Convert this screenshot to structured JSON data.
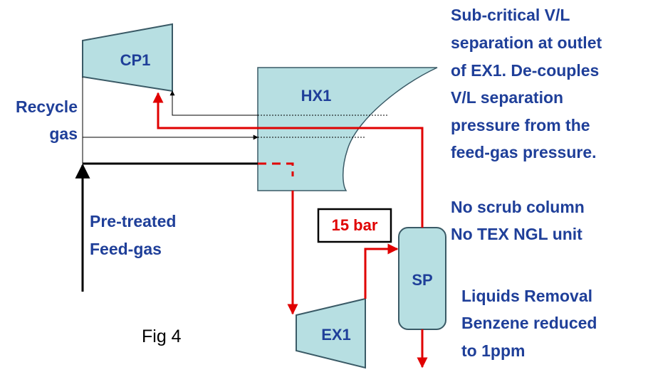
{
  "equipment": {
    "cp1": "CP1",
    "hx1": "HX1",
    "ex1": "EX1",
    "sp": "SP"
  },
  "labels": {
    "recycle_line1": "Recycle",
    "recycle_line2": "gas",
    "feed_line1": "Pre-treated",
    "feed_line2": "Feed-gas",
    "pressure": "15 bar",
    "figure": "Fig 4"
  },
  "notes": {
    "separation": [
      "Sub-critical V/L",
      "separation at outlet",
      "of EX1. De-couples",
      "V/L separation",
      "pressure from the",
      "feed-gas pressure."
    ],
    "removed_units": [
      "No scrub column",
      "No TEX NGL unit"
    ],
    "liquids": [
      "Liquids Removal",
      "Benzene reduced",
      "to 1ppm"
    ]
  },
  "colors": {
    "equipment_fill": "#b7dfe2",
    "equipment_stroke": "#3a5a66",
    "hot_stream": "#e00000",
    "text_blue": "#1f3f99",
    "line": "#000000"
  }
}
